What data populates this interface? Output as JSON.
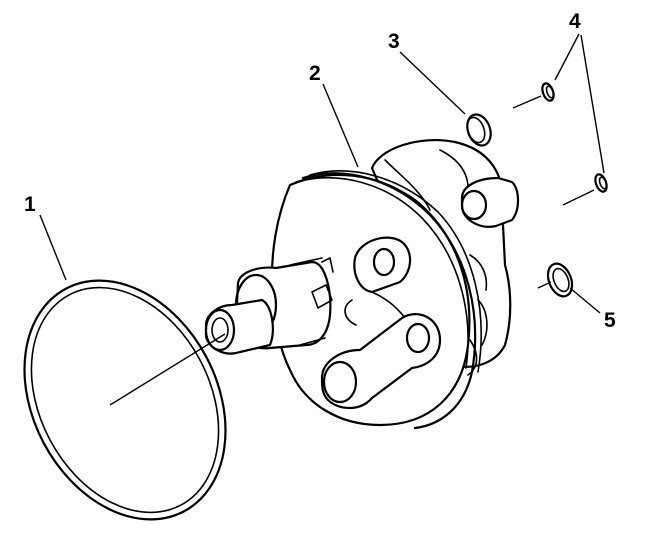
{
  "diagram": {
    "type": "exploded-parts-view",
    "callouts": [
      {
        "id": "1",
        "label": "1"
      },
      {
        "id": "2",
        "label": "2"
      },
      {
        "id": "3",
        "label": "3"
      },
      {
        "id": "4",
        "label": "4"
      },
      {
        "id": "5",
        "label": "5"
      }
    ],
    "line_color": "#000000",
    "background_color": "#ffffff"
  }
}
